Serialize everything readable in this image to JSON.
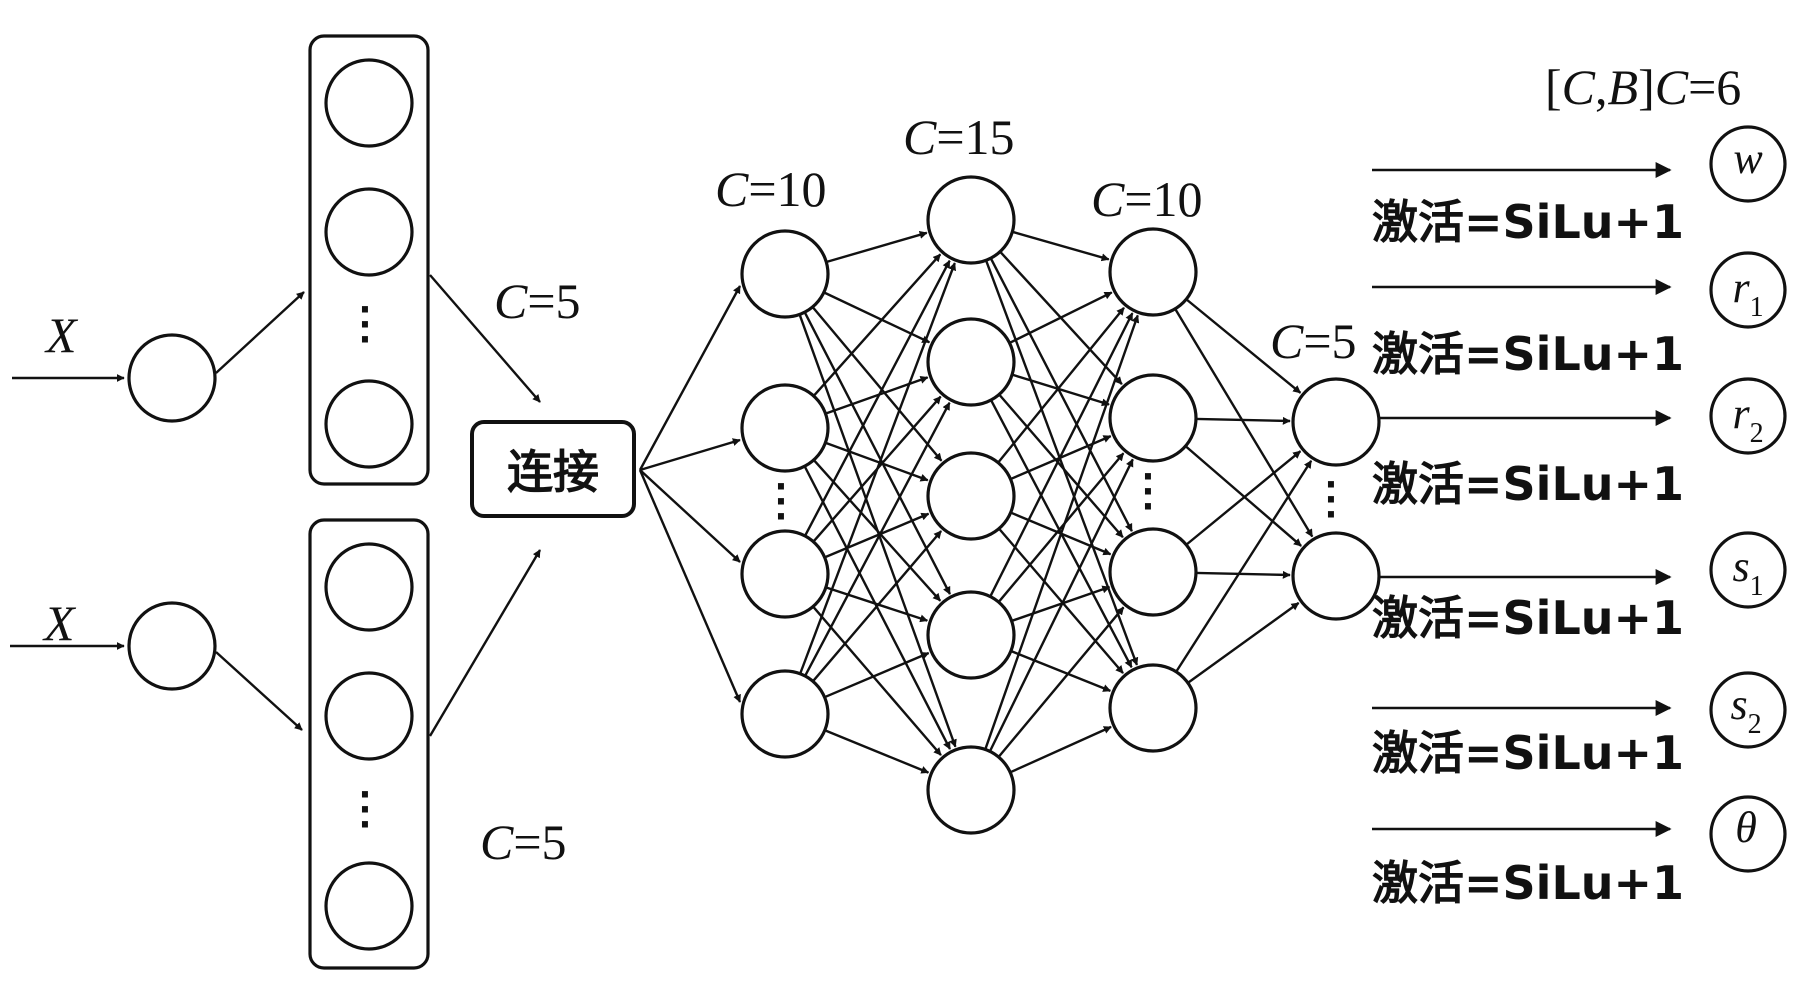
{
  "inputs": [
    "X",
    "X"
  ],
  "concat_label": "连接",
  "branch_labels": {
    "upper": {
      "var": "C",
      "eq": "=5"
    },
    "lower": {
      "var": "C",
      "eq": "=5"
    }
  },
  "layer_labels": [
    {
      "var": "C",
      "eq": "=10"
    },
    {
      "var": "C",
      "eq": "=15"
    },
    {
      "var": "C",
      "eq": "=10"
    },
    {
      "var": "C",
      "eq": "=5"
    }
  ],
  "output_header": {
    "left": "[",
    "c": "C",
    "comma": ",",
    "b": "B",
    "right": "]",
    "c2": "C",
    "eq": "=6"
  },
  "outputs": [
    {
      "symbol": "w",
      "sub": "",
      "activation": "激活=SiLu+1"
    },
    {
      "symbol": "r",
      "sub": "1",
      "activation": "激活=SiLu+1"
    },
    {
      "symbol": "r",
      "sub": "2",
      "activation": "激活=SiLu+1"
    },
    {
      "symbol": "s",
      "sub": "1",
      "activation": "激活=SiLu+1"
    },
    {
      "symbol": "s",
      "sub": "2",
      "activation": "激活=SiLu+1"
    },
    {
      "symbol": "θ",
      "sub": "",
      "activation": "激活=SiLu+1"
    }
  ]
}
